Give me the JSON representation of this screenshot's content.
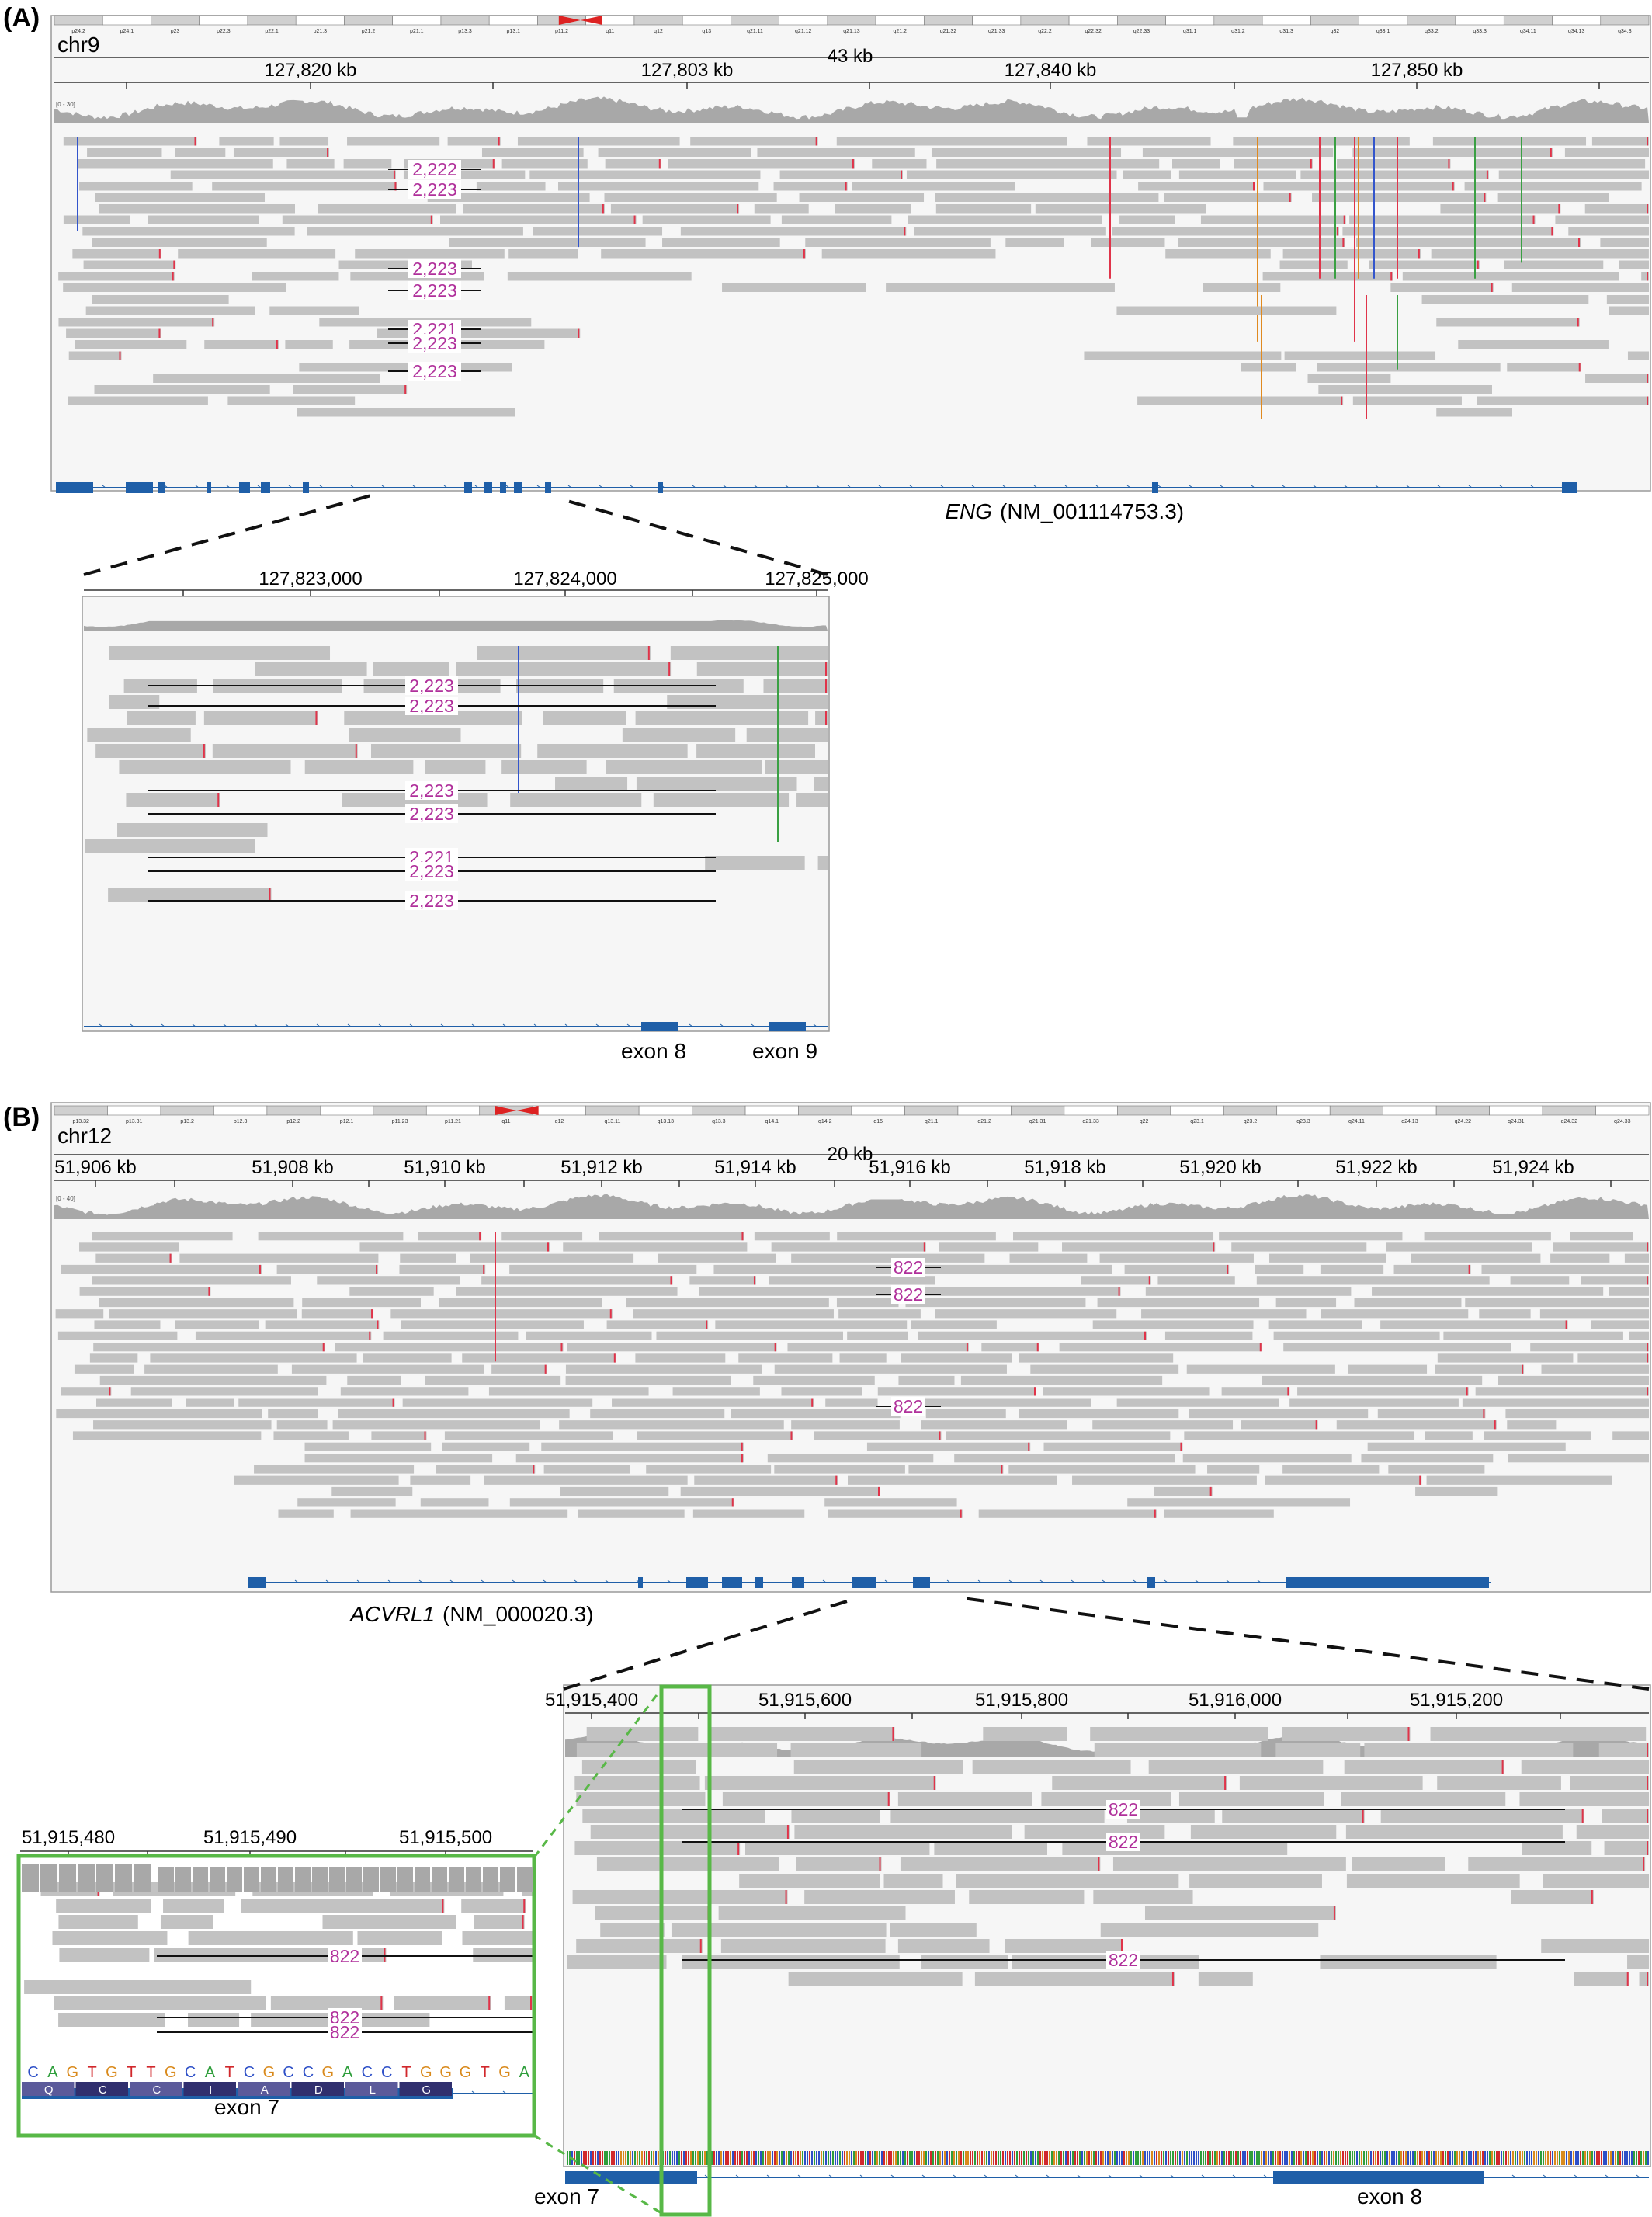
{
  "panels": [
    {
      "label": "(A)",
      "chrom": "chr9",
      "span": "43 kb",
      "ideogram_bands": [
        "p24.2",
        "p24.1",
        "p23",
        "p22.3",
        "p22.1",
        "p21.3",
        "p21.2",
        "p21.1",
        "p13.3",
        "p13.1",
        "p11.2",
        "q11",
        "q12",
        "q13",
        "q21.11",
        "q21.12",
        "q21.13",
        "q21.2",
        "q21.32",
        "q21.33",
        "q22.2",
        "q22.32",
        "q22.33",
        "q31.1",
        "q31.2",
        "q31.3",
        "q32",
        "q33.1",
        "q33.2",
        "q33.3",
        "q34.11",
        "q34.13",
        "q34.3"
      ],
      "ruler_labels": [
        "127,820 kb",
        "127,803 kb",
        "127,840 kb",
        "127,850 kb"
      ],
      "coverage_range": "[0 - 30]",
      "junction_labels": [
        "2,222",
        "2,223",
        "2,223",
        "2,223",
        "2,221",
        "2,223",
        "2,223"
      ],
      "gene": "ENG",
      "transcript": "(NM_001114753.3)",
      "zoom": {
        "ruler_labels": [
          "127,823,000",
          "127,824,000",
          "127,825,000"
        ],
        "junction_labels": [
          "2,223",
          "2,223",
          "2,223",
          "2,223",
          "2,221",
          "2,223",
          "2,223"
        ],
        "exon_labels": [
          "exon 8",
          "exon 9"
        ]
      }
    },
    {
      "label": "(B)",
      "chrom": "chr12",
      "span": "20 kb",
      "ideogram_bands": [
        "p13.32",
        "p13.31",
        "p13.2",
        "p12.3",
        "p12.2",
        "p12.1",
        "p11.23",
        "p11.21",
        "q11",
        "q12",
        "q13.11",
        "q13.13",
        "q13.3",
        "q14.1",
        "q14.2",
        "q15",
        "q21.1",
        "q21.2",
        "q21.31",
        "q21.33",
        "q22",
        "q23.1",
        "q23.2",
        "q23.3",
        "q24.11",
        "q24.13",
        "q24.22",
        "q24.31",
        "q24.32",
        "q24.33"
      ],
      "ruler_labels": [
        "51,906 kb",
        "51,908 kb",
        "51,910 kb",
        "51,912 kb",
        "51,914 kb",
        "51,916 kb",
        "51,918 kb",
        "51,920 kb",
        "51,922 kb",
        "51,924 kb"
      ],
      "coverage_range": "[0 - 40]",
      "junction_labels": [
        "822",
        "822",
        "822"
      ],
      "gene": "ACVRL1",
      "transcript": "(NM_000020.3)",
      "zoom": {
        "ruler_labels": [
          "51,915,400",
          "51,915,600",
          "51,915,800",
          "51,916,000",
          "51,915,200"
        ],
        "junction_labels": [
          "822",
          "822",
          "822"
        ],
        "exon_labels": [
          "exon 7",
          "exon 8"
        ]
      },
      "base_zoom": {
        "ruler_labels": [
          "51,915,480",
          "51,915,490",
          "51,915,500"
        ],
        "junction_labels": [
          "822",
          "822",
          "822"
        ],
        "sequence": [
          "C",
          "A",
          "G",
          "T",
          "G",
          "T",
          "T",
          "G",
          "C",
          "A",
          "T",
          "C",
          "G",
          "C",
          "C",
          "G",
          "A",
          "C",
          "C",
          "T",
          "G",
          "G",
          "G",
          "T",
          "G",
          "A"
        ],
        "amino_acids": [
          "Q",
          "C",
          "C",
          "I",
          "A",
          "D",
          "L",
          "G"
        ],
        "exon_label": "exon 7"
      }
    }
  ],
  "colors": {
    "read": "#c2c2c2",
    "coverage": "#a8a8a8",
    "junction_text": "#b0309b",
    "gene": "#1f5fa8",
    "mismatch_red": "#e0344a",
    "mismatch_blue": "#3355cc",
    "mismatch_green": "#3aa043",
    "mismatch_orange": "#e08a20",
    "highlight_box": "#58b847",
    "base_A": "#2e9e3b",
    "base_C": "#2d4fc7",
    "base_G": "#d98a1c",
    "base_T": "#d1282c"
  }
}
